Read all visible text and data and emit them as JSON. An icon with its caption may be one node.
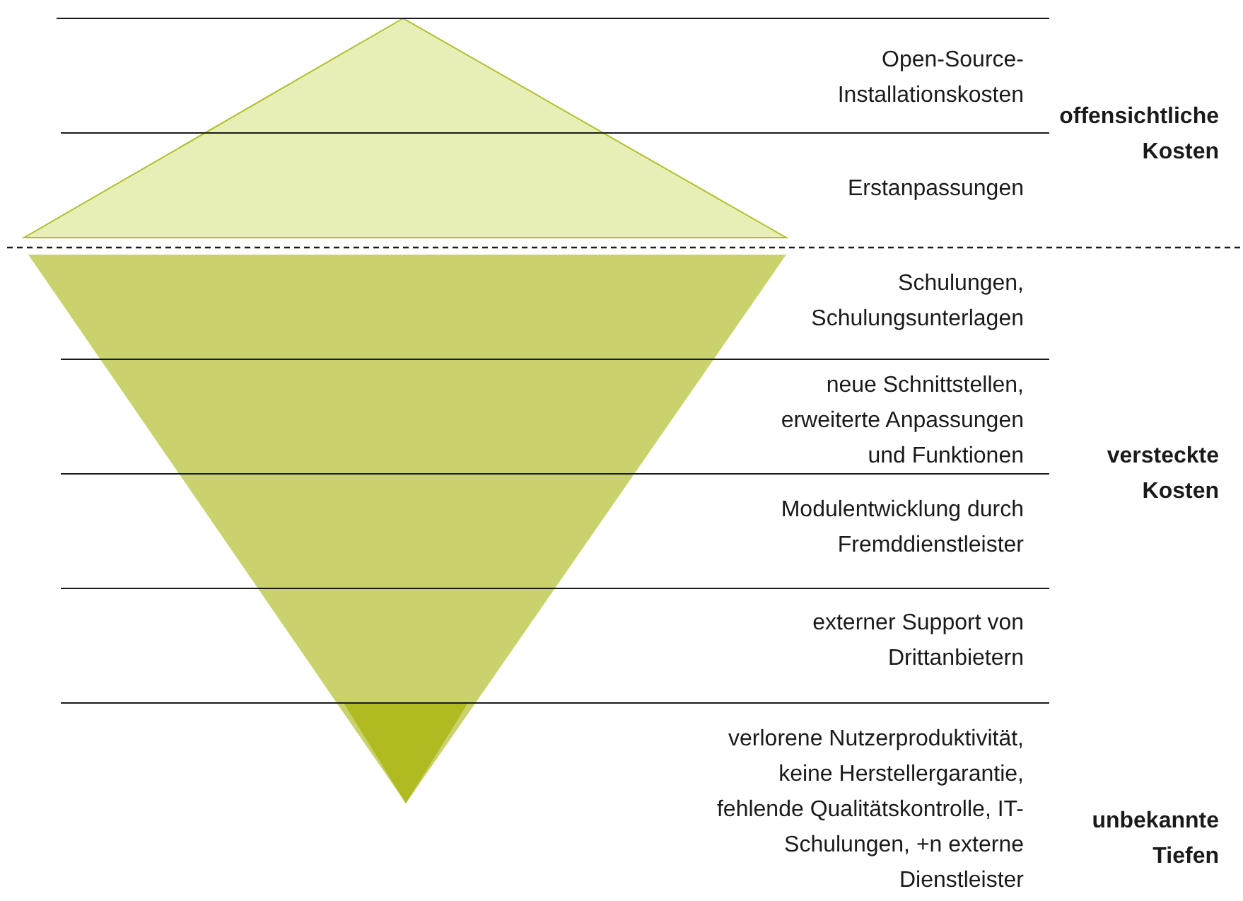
{
  "diagram": {
    "labels": [
      "Open-Source-Installationskosten",
      "offensichtliche Kosten",
      "Erstanpassungen",
      "Schulungen, Schulungsunterlagen",
      "neue Schnittstellen, erweiterte Anpassungen und Funktionen",
      "versteckte Kosten",
      "Modulentwicklung durch Fremddienstleister",
      "externer Support von Drittanbietern",
      "verlorene Nutzerproduktivität, keine Herstellergarantie, fehlende Qualitätskontrolle, IT-Schulungen, +n externe Dienstleister",
      "unbekannte Tiefen"
    ]
  }
}
